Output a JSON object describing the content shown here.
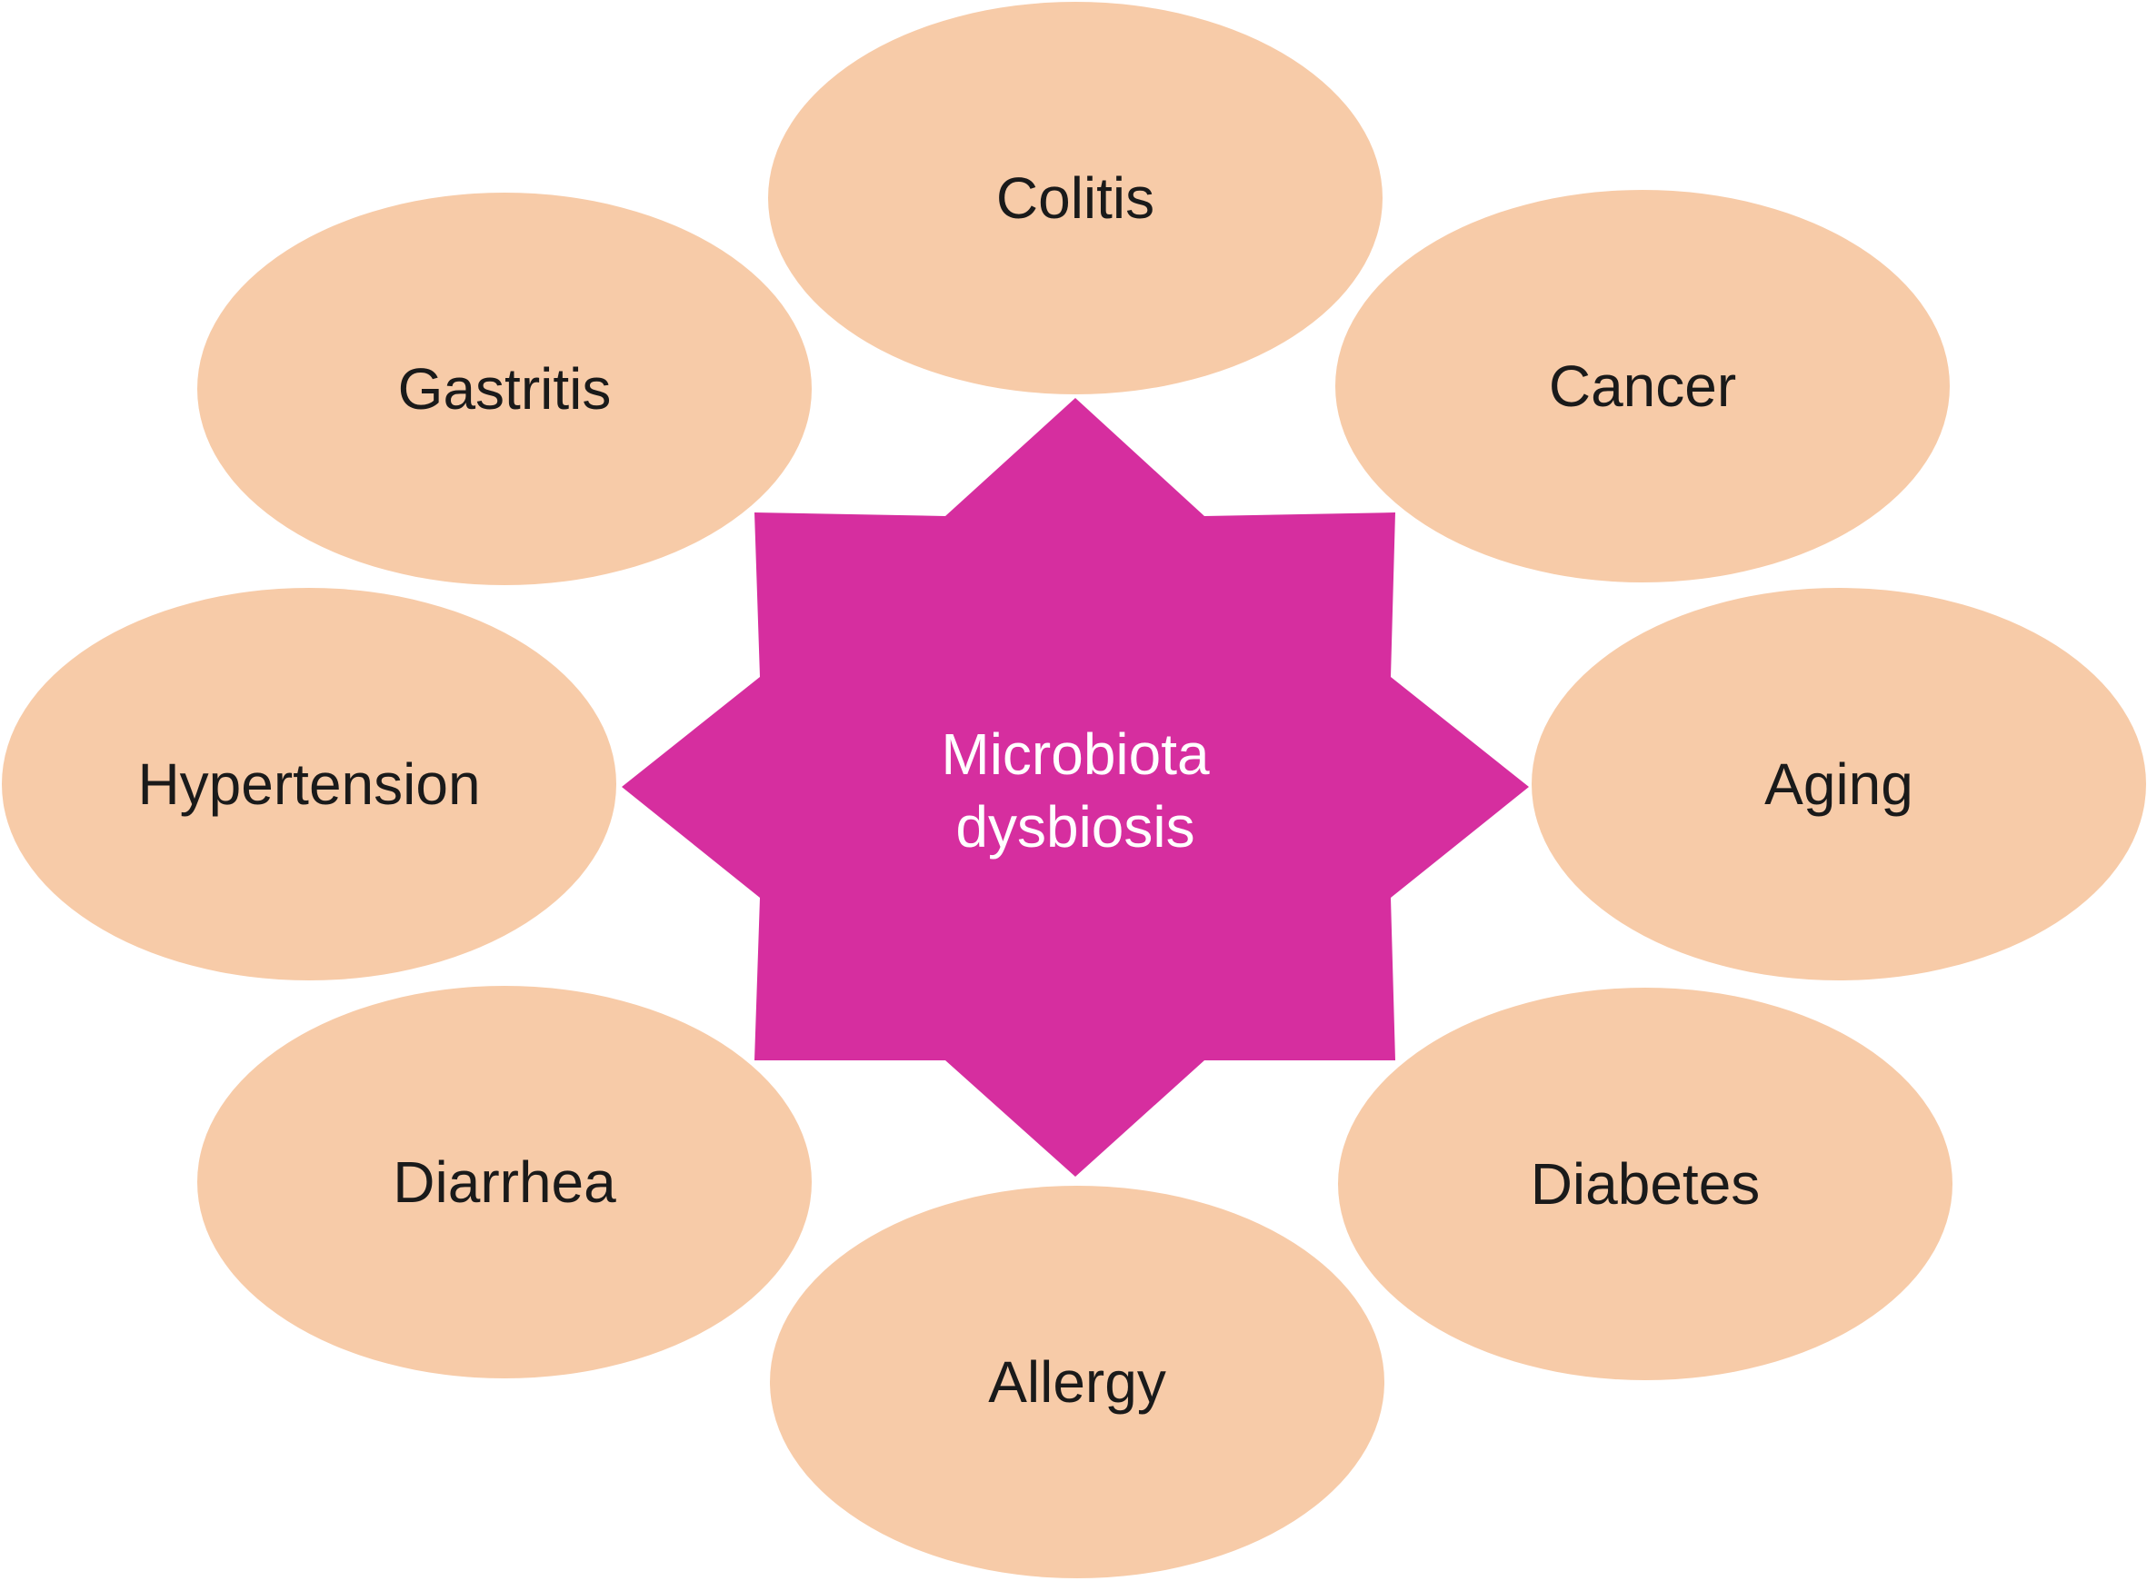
{
  "center": {
    "line1": "Microbiota",
    "line2": "dysbiosis",
    "fill": "#d62e9f"
  },
  "node_fill": "#f7cba8",
  "nodes": [
    {
      "label": "Colitis"
    },
    {
      "label": "Cancer"
    },
    {
      "label": "Aging"
    },
    {
      "label": "Diabetes"
    },
    {
      "label": "Allergy"
    },
    {
      "label": "Diarrhea"
    },
    {
      "label": "Hypertension"
    },
    {
      "label": "Gastritis"
    }
  ]
}
